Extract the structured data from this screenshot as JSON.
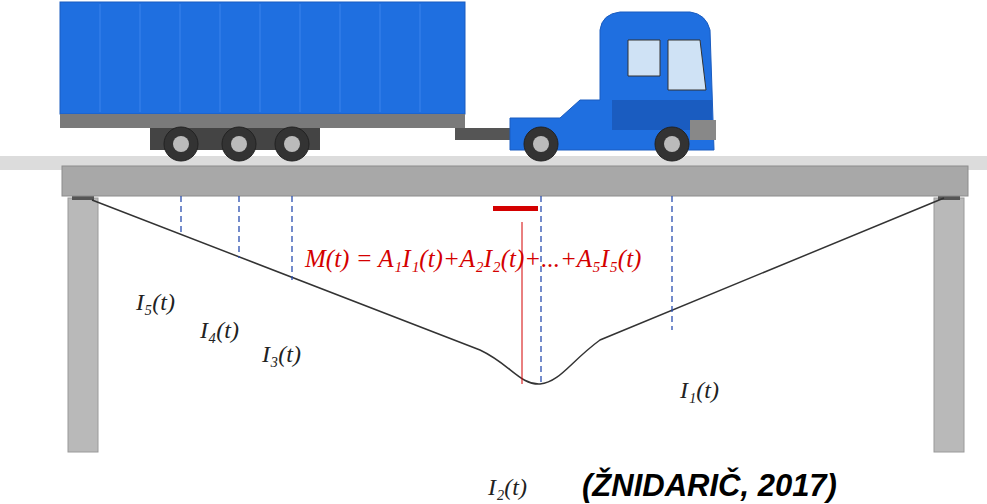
{
  "diagram": {
    "labels": [
      "M(t) = A₁I₁(t)+A₂I₂(t)+...+A₅I₅(t)",
      "I₅(t)",
      "I₄(t)",
      "I₃(t)",
      "I₁(t)",
      "I₂(t)",
      "(ŽNIDARIČ, 2017)"
    ]
  }
}
